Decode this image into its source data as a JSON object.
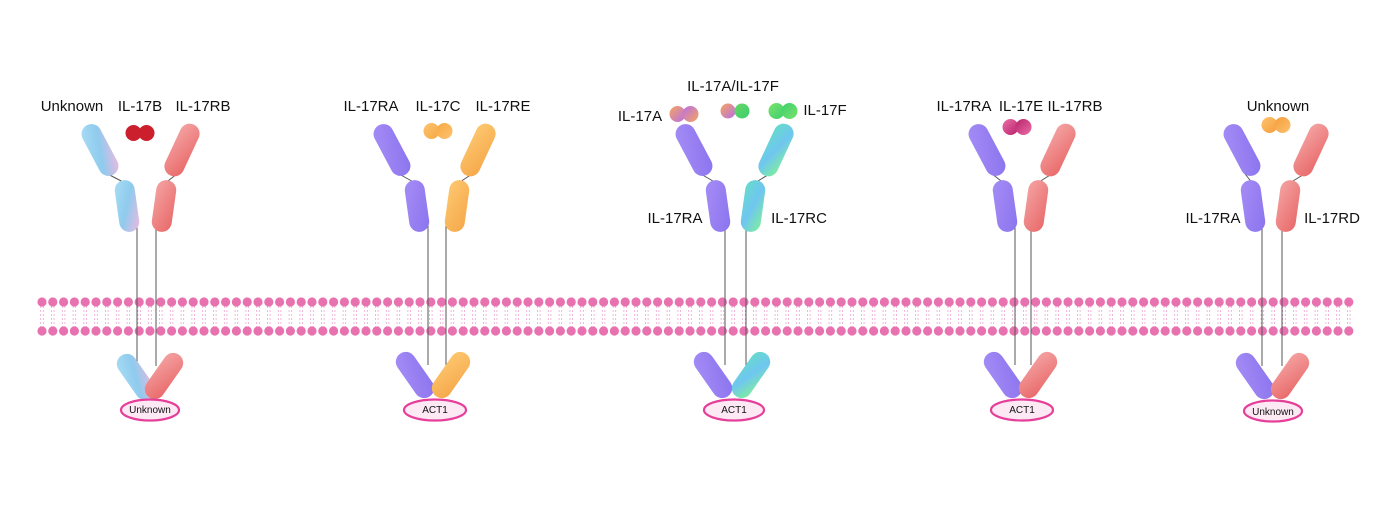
{
  "colors": {
    "membrane": "#e872b0",
    "tail": "#f0a4cf",
    "adaptor_stroke": "#e63f9a",
    "adaptor_fill": "#fce9f4",
    "stalk": "#555555",
    "label": "#111111"
  },
  "complexes": [
    {
      "ligand_label": "IL-17B",
      "ligand_colors": [
        "#cc1f2e",
        "#cc1f2e"
      ],
      "left_receptor_label": "Unknown",
      "left_receptor_colors": [
        "#a9ddf4",
        "#8fcbee",
        "#f2b8de"
      ],
      "right_receptor_label": "IL-17RB",
      "right_receptor_colors": [
        "#f4a3a3",
        "#e96868"
      ],
      "adaptor_label": "Unknown"
    },
    {
      "ligand_label": "IL-17C",
      "ligand_colors": [
        "#fdc36f",
        "#f7a842"
      ],
      "left_receptor_label": "IL-17RA",
      "left_receptor_colors": [
        "#a58df6",
        "#8b73ee"
      ],
      "right_receptor_label": "IL-17RE",
      "right_receptor_colors": [
        "#fdc870",
        "#f6a74a"
      ],
      "adaptor_label": "ACT1"
    },
    {
      "ligand_label": "IL-17A/IL-17F",
      "ligand_colors": [
        "#f6a65c",
        "#b86de8",
        "#66d665"
      ],
      "left_ligand_label": "IL-17A",
      "left_ligand_colors": [
        "#f6a65c",
        "#b86de8"
      ],
      "right_ligand_label": "IL-17F",
      "right_ligand_colors": [
        "#7ae26b",
        "#3ccf6e"
      ],
      "left_receptor_label": "IL-17RA",
      "left_receptor_colors": [
        "#a58df6",
        "#8b73ee"
      ],
      "right_receptor_label": "IL-17RC",
      "right_receptor_colors": [
        "#66dcc8",
        "#6fc6f0",
        "#7ff09a"
      ],
      "adaptor_label": "ACT1"
    },
    {
      "ligand_label": "IL-17E",
      "ligand_colors": [
        "#ea6fa6",
        "#b8206a"
      ],
      "left_receptor_label": "IL-17RA",
      "left_receptor_colors": [
        "#a58df6",
        "#8b73ee"
      ],
      "right_receptor_label": "IL-17RB",
      "right_receptor_colors": [
        "#f4a3a3",
        "#e96868"
      ],
      "adaptor_label": "ACT1"
    },
    {
      "ligand_label": "Unknown",
      "ligand_colors": [
        "#fdc36f",
        "#f59c3a"
      ],
      "left_receptor_label": "IL-17RA",
      "left_receptor_colors": [
        "#a58df6",
        "#8b73ee"
      ],
      "right_receptor_label": "IL-17RD",
      "right_receptor_colors": [
        "#f4a3a3",
        "#e96868"
      ],
      "adaptor_label": "Unknown"
    }
  ]
}
